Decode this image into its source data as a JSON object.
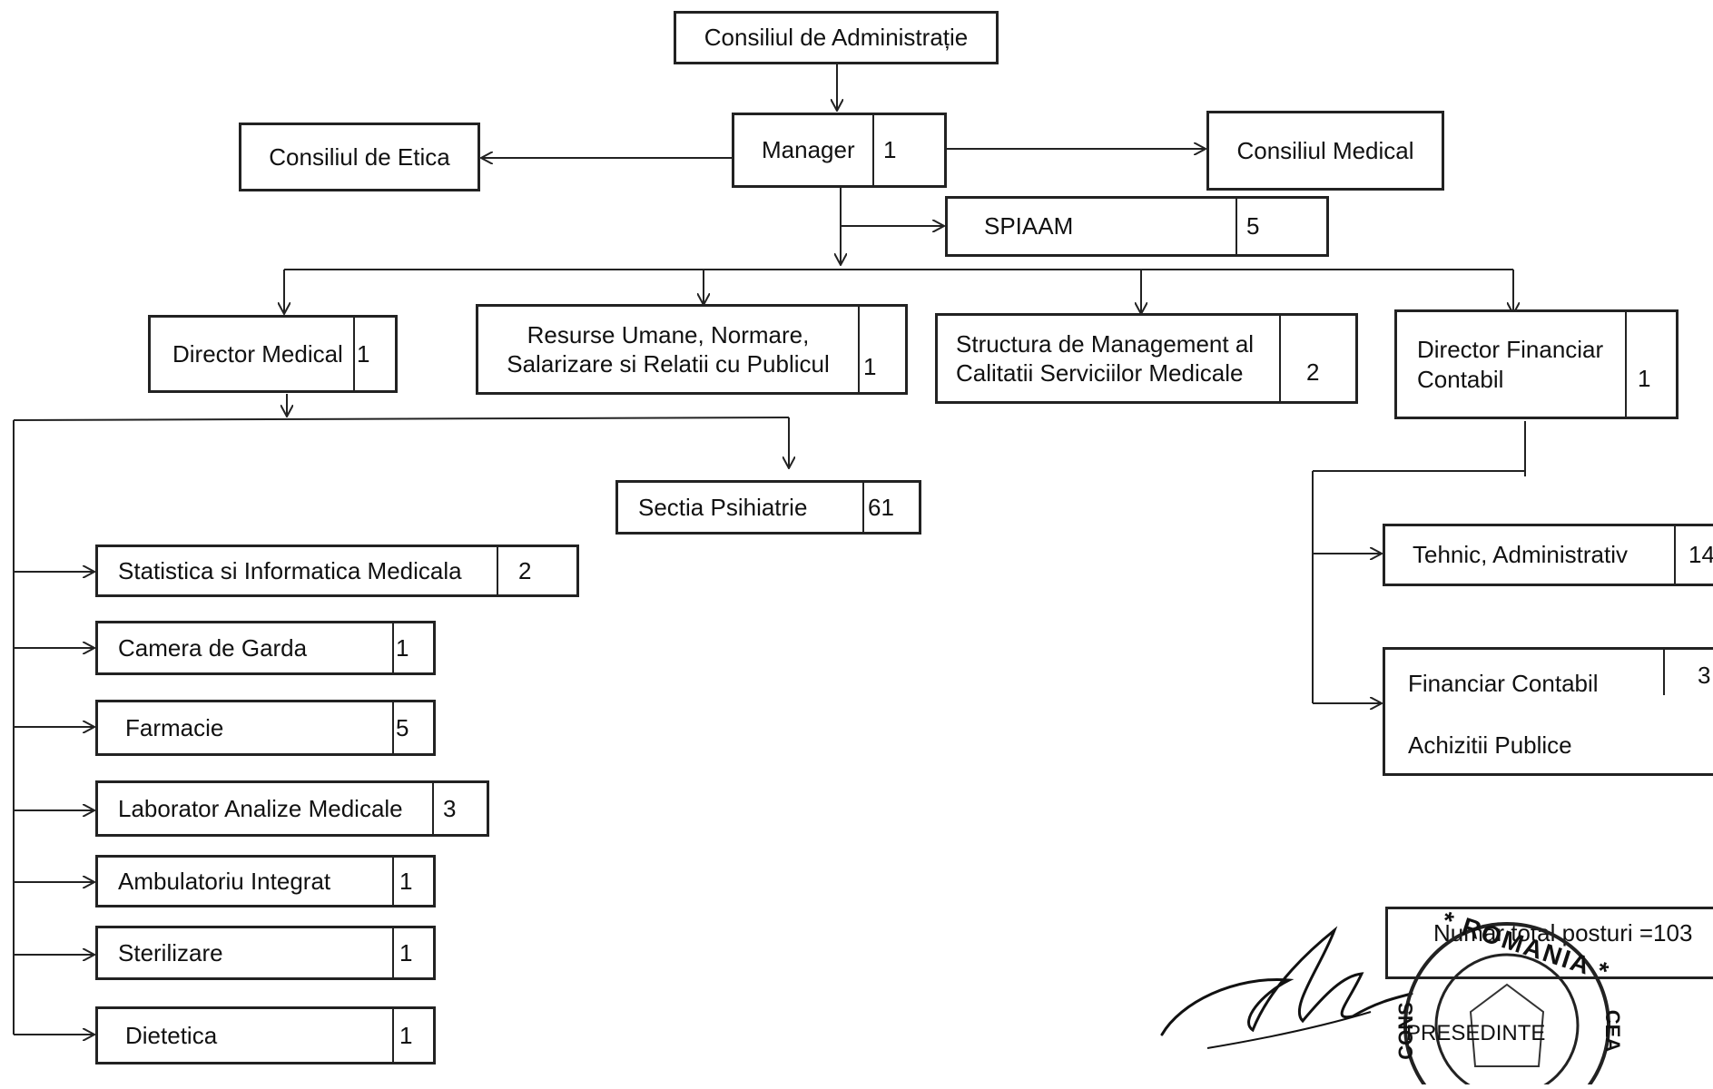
{
  "diagram": {
    "top": "Consiliul de Administrație",
    "manager": {
      "label": "Manager",
      "count": "1"
    },
    "etica": "Consiliul de Etica",
    "medical_council": "Consiliul Medical",
    "spiaam": {
      "label": "SPIAAM",
      "count": "5"
    },
    "director_medical": {
      "label": "Director Medical",
      "count": "1"
    },
    "resurse_umane": {
      "label": "Resurse Umane, Normare,\nSalarizare si Relatii cu Publicul",
      "count": "1"
    },
    "structura": {
      "label": "Structura de Management al\nCalitatii Serviciilor Medicale",
      "count": "2"
    },
    "director_financiar": {
      "label": "Director Financiar\nContabil",
      "count": "1"
    },
    "sectia": {
      "label": "Sectia  Psihiatrie",
      "count": "61"
    },
    "tehnic": {
      "label": "Tehnic, Administrativ",
      "count": "14"
    },
    "financiar": {
      "label1": "Financiar Contabil",
      "label2": "Achizitii Publice",
      "count": "3"
    },
    "medical_units": [
      {
        "label": "Statistica si Informatica Medicala",
        "count": "2"
      },
      {
        "label": "Camera de Garda",
        "count": "1"
      },
      {
        "label": "Farmacie",
        "count": "5"
      },
      {
        "label": "Laborator Analize Medicale",
        "count": "3"
      },
      {
        "label": "Ambulatoriu Integrat",
        "count": "1"
      },
      {
        "label": "Sterilizare",
        "count": "1"
      },
      {
        "label": "Dietetica",
        "count": "1"
      }
    ],
    "total": "Numar total posturi =103"
  },
  "stamp": {
    "ring_text": "* ROMANIA *",
    "center_text": "PRESEDINTE",
    "side_left": "CONS",
    "side_right": "CEA"
  }
}
